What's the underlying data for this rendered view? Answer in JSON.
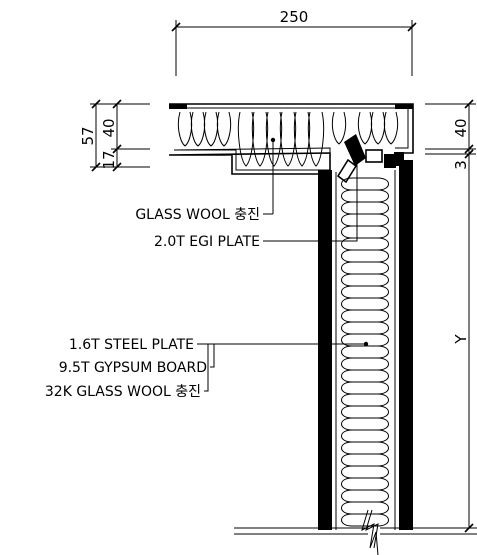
{
  "dimensions": {
    "top_width": "250",
    "left_total": "57",
    "left_upper": "40",
    "left_lower": "17",
    "right_upper": "40",
    "right_gap": "3",
    "wall_height": "Y"
  },
  "callouts": {
    "glass_wool": "GLASS WOOL 충진",
    "egi_plate": "2.0T EGI PLATE",
    "steel_plate": "1.6T STEEL PLATE",
    "gypsum_board": "9.5T GYPSUM BOARD",
    "glass_wool_32k": "32K GLASS WOOL 충진"
  }
}
